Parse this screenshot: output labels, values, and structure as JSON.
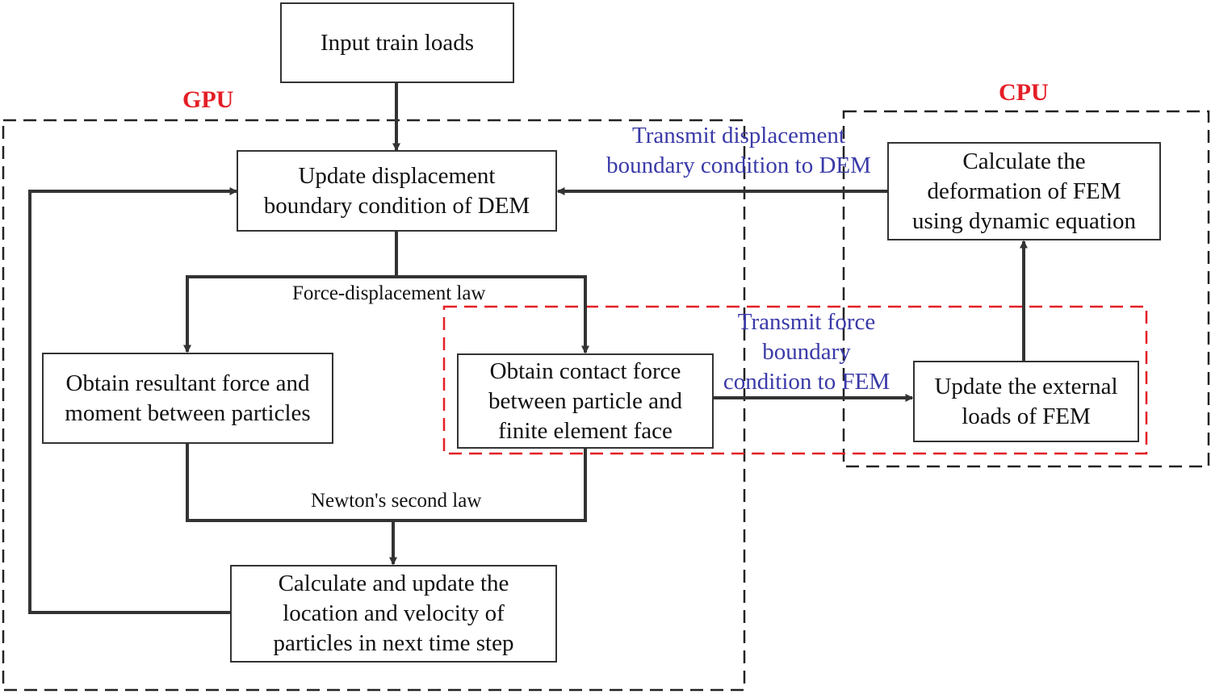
{
  "colors": {
    "line": "#333333",
    "gpu_border": "#222222",
    "cpu_border": "#222222",
    "shared_border": "#e41e26",
    "region_title": "#e41e26",
    "transmit_text": "#3a3aa8"
  },
  "regions": {
    "gpu": "GPU",
    "cpu": "CPU"
  },
  "boxes": {
    "input": {
      "lines": [
        "Input train loads"
      ]
    },
    "update_disp": {
      "lines": [
        "Update displacement",
        "boundary condition of DEM"
      ]
    },
    "resultant": {
      "lines": [
        "Obtain resultant force and",
        "moment between particles"
      ]
    },
    "contact": {
      "lines": [
        "Obtain contact force",
        "between particle and",
        "finite element face"
      ]
    },
    "calc_update": {
      "lines": [
        "Calculate and update the",
        "location and velocity of",
        "particles in next time step"
      ]
    },
    "calc_fem": {
      "lines": [
        "Calculate the",
        "deformation of FEM",
        "using dynamic equation"
      ]
    },
    "update_ext": {
      "lines": [
        "Update the external",
        "loads of FEM"
      ]
    }
  },
  "labels": {
    "force_disp_law": "Force-displacement law",
    "newton_law": "Newton's second law",
    "transmit_disp": [
      "Transmit displacement",
      "boundary condition to DEM"
    ],
    "transmit_force": [
      "Transmit force",
      "boundary",
      "condition to FEM"
    ]
  }
}
